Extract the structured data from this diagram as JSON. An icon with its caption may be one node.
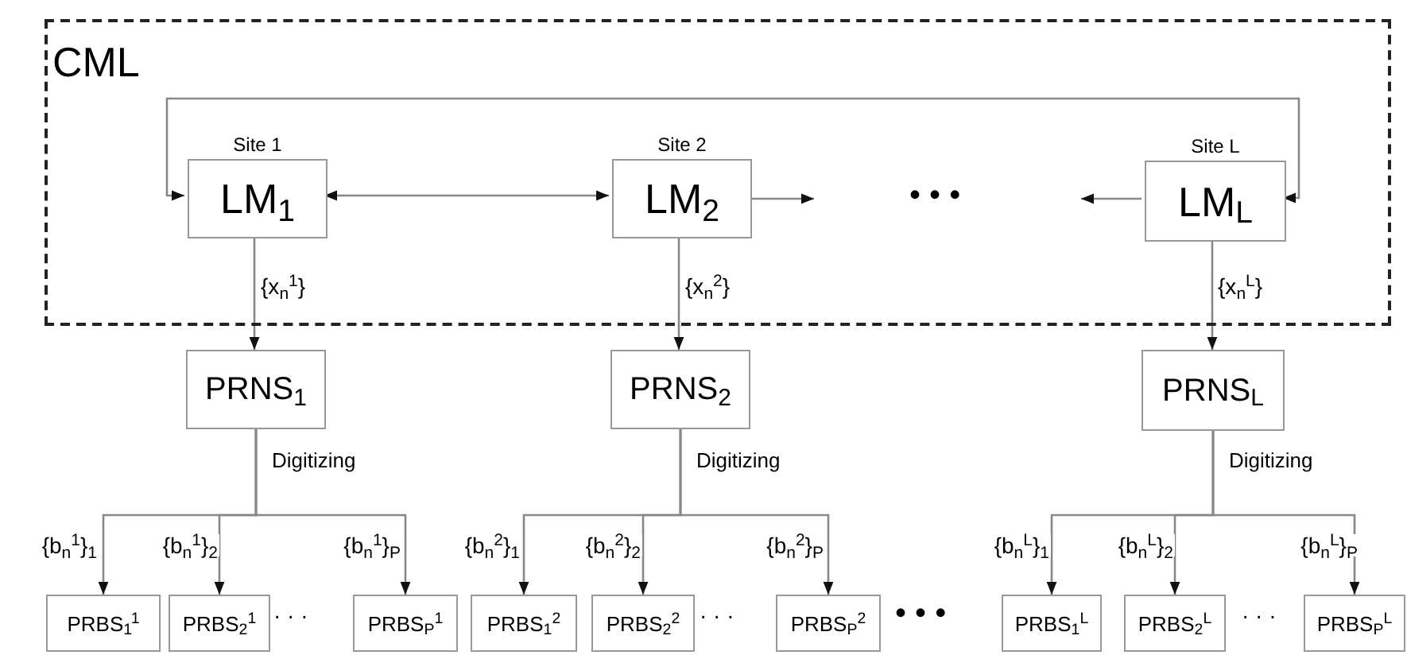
{
  "diagram": {
    "nodes": [
      {
        "text": [
          "CML"
        ]
      },
      {
        "text": [
          "Site 1",
          "LM$_{1}$"
        ],
        "in": 0
      },
      {
        "text": [
          "Site 2",
          "LM$_{2}$"
        ],
        "in": 0
      },
      {
        "text": [
          "Site L",
          "LM$_{L}$"
        ],
        "in": 0
      },
      {
        "text": [
          "PRNS$_{1}$"
        ]
      },
      {
        "text": [
          "PRNS$_{2}$"
        ]
      },
      {
        "text": [
          "PRNS$_{L}$"
        ]
      },
      {
        "text": [
          "PRBS$_{1}$$^{1}$"
        ]
      },
      {
        "text": [
          "PRBS$_{2}$$^{1}$"
        ]
      },
      {
        "text": [
          "PRBS$_{P}$$^{1}$"
        ]
      },
      {
        "text": [
          "PRBS$_{1}$$^{2}$"
        ]
      },
      {
        "text": [
          "PRBS$_{2}$$^{2}$"
        ]
      },
      {
        "text": [
          "PRBS$_{P}$$^{2}$"
        ]
      },
      {
        "text": [
          "PRBS$_{1}$$^{L}$"
        ]
      },
      {
        "text": [
          "PRBS$_{2}$$^{L}$"
        ]
      },
      {
        "text": [
          "PRBS$_{P}$$^{L}$"
        ]
      }
    ],
    "edges": [
      {
        "from": 1,
        "to": 2,
        "arrow": "both"
      },
      {
        "from": 1,
        "to": 3,
        "arrow": "both"
      },
      {
        "from": 2,
        "to": null,
        "arrow": "to"
      },
      {
        "from": 3,
        "to": null,
        "arrow": "to"
      },
      {
        "from": 1,
        "to": 4,
        "arrow": "to",
        "label": "{x$_{n}$$^{1}$}"
      },
      {
        "from": 2,
        "to": 5,
        "arrow": "to",
        "label": "{x$_{n}$$^{2}$}"
      },
      {
        "from": 3,
        "to": 6,
        "arrow": "to",
        "label": "{x$_{n}$$^{L}$}"
      },
      {
        "from": 4,
        "to": 7,
        "arrow": "to",
        "label": "{b$_{n}$$^{1}$}$_{1}$"
      },
      {
        "from": 4,
        "to": 8,
        "arrow": "to",
        "label": "{b$_{n}$$^{1}$}$_{2}$"
      },
      {
        "from": 4,
        "to": 9,
        "arrow": "to",
        "label": "{b$_{n}$$^{1}$}$_{P}$"
      },
      {
        "from": 5,
        "to": 10,
        "arrow": "to",
        "label": "{b$_{n}$$^{2}$}$_{1}$"
      },
      {
        "from": 5,
        "to": 11,
        "arrow": "to",
        "label": "{b$_{n}$$^{2}$}$_{2}$"
      },
      {
        "from": 5,
        "to": 12,
        "arrow": "to",
        "label": "{b$_{n}$$^{2}$}$_{P}$"
      },
      {
        "from": 6,
        "to": 13,
        "arrow": "to",
        "label": "{b$_{n}$$^{L}$}$_{1}$"
      },
      {
        "from": 6,
        "to": 14,
        "arrow": "to",
        "label": "{b$_{n}$$^{L}$}$_{2}$"
      },
      {
        "from": 6,
        "to": 15,
        "arrow": "to",
        "label": "{b$_{n}$$^{L}$}$_{P}$"
      }
    ],
    "labels": [
      "• • •",
      "Digitizing",
      "Digitizing",
      "Digitizing",
      "· · ·",
      "· · ·",
      "• • •",
      "· · ·"
    ]
  }
}
